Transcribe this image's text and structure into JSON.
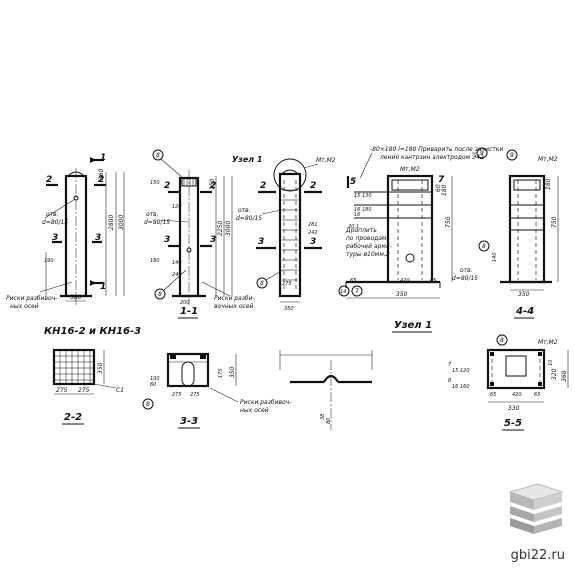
{
  "sheet": {
    "title_main": "КН16-2 и КН16-3",
    "watermark": "gbi22.ru"
  },
  "labels": {
    "otv_a": "отв.",
    "otv_a2": "d=80/15",
    "otv_b": "отв.",
    "otv_b2": "d=80/15",
    "otv_c": "отв.",
    "otv_c2": "d=80/15",
    "otv_d": "отв.",
    "otv_d2": "d=80/15",
    "riski_a1": "Риски разбивоч-",
    "riski_a2": "ных осей",
    "riski_b1": "Риски разби-",
    "riski_b2": "вочных осей",
    "riski_c1": "Риски разбивоч-",
    "riski_c2": "ных осей",
    "uzel1_top": "Узел 1",
    "uzel1_bottom": "Узел 1",
    "mt_a": "Мт,М2",
    "mt_b": "Мт,М2",
    "mt_c": "Мт,М2",
    "mt_d": "Мт,М2",
    "mt_e": "Мт,М2",
    "note1": "-80×180 l=180 Приварить после зачистки",
    "note2": "ления кантрзин электродом Э42",
    "dr_vyp1": "Дроплить",
    "dr_vyp2": "по проводам",
    "dr_vyp3": "рабочей арма-",
    "dr_vyp4": "туры ø10мм,2",
    "sec_11": "1-1",
    "sec_22": "2-2",
    "sec_33": "3-3",
    "sec_44": "4-4",
    "sec_55": "5-5",
    "n1": "1",
    "n2": "2",
    "n3": "3",
    "n5": "5",
    "c8a": "8",
    "c8b": "8",
    "c8c": "8",
    "c8d": "8",
    "c8e": "8",
    "c8f": "8",
    "c9a": "9",
    "c9b": "9",
    "c14": "14",
    "c7": "7",
    "c7b": "7",
    "c1": "С1",
    "f15_120": "15 120",
    "f16_160": "16 160",
    "f15_130": "15 130",
    "f16_180": "16 180",
    "f16_1": "16",
    "nb1": "7",
    "nb2": "8"
  },
  "dims": {
    "d360": "360",
    "d2800": "2800",
    "d3000": "3000",
    "d2250": "2250",
    "d150": "150",
    "d120": "120",
    "d140": "140",
    "d240": "240",
    "d750": "750",
    "d350": "350",
    "d580": "580",
    "d275": "275",
    "d200": "200",
    "d390": "390",
    "d420": "420",
    "d65": "65",
    "d330": "330",
    "d100": "100",
    "d175": "175",
    "d60": "60",
    "d190": "190",
    "d180": "180",
    "d320": "320",
    "d10": "10",
    "d202": "20.1",
    "d38": "38",
    "d80": "80",
    "d750b": "750",
    "d360b": "360",
    "d350b": "350",
    "d2800b": "2800",
    "d281": "281",
    "d242": "242"
  }
}
